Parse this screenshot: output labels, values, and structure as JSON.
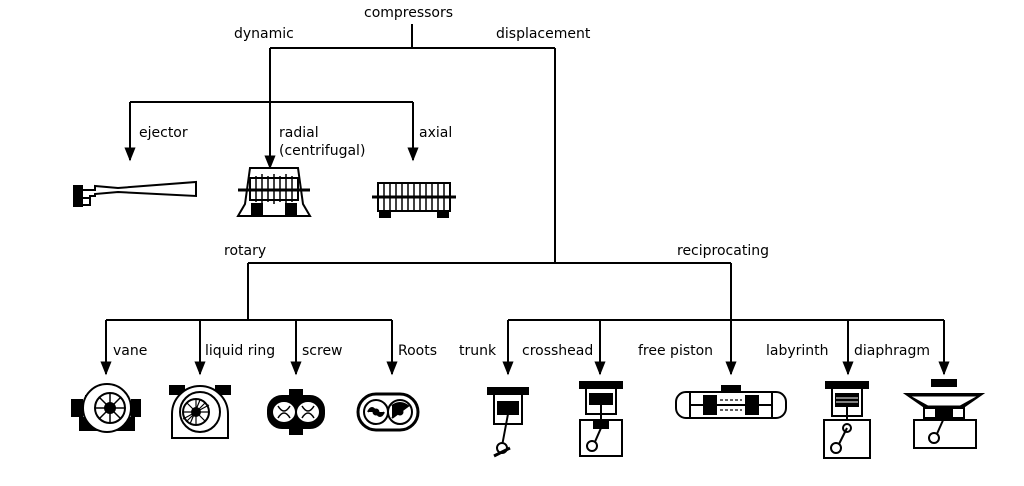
{
  "root": "compressors",
  "branches": {
    "dynamic": "dynamic",
    "displacement": "displacement"
  },
  "dynamic_types": {
    "ejector": "ejector",
    "radial_line1": "radial",
    "radial_line2": "(centrifugal)",
    "axial": "axial"
  },
  "displacement_groups": {
    "rotary": "rotary",
    "reciprocating": "reciprocating"
  },
  "rotary_types": {
    "vane": "vane",
    "liquid_ring": "liquid ring",
    "screw": "screw",
    "roots": "Roots"
  },
  "reciprocating_types": {
    "trunk": "trunk",
    "crosshead": "crosshead",
    "free_piston": "free piston",
    "labyrinth": "labyrinth",
    "diaphragm": "diaphragm"
  },
  "icons": [
    "ejector-icon",
    "radial-compressor-icon",
    "axial-compressor-icon",
    "vane-compressor-icon",
    "liquid-ring-compressor-icon",
    "screw-compressor-icon",
    "roots-blower-icon",
    "trunk-piston-icon",
    "crosshead-compressor-icon",
    "free-piston-compressor-icon",
    "labyrinth-compressor-icon",
    "diaphragm-compressor-icon"
  ],
  "colors": {
    "line": "#000000",
    "background": "#ffffff"
  }
}
